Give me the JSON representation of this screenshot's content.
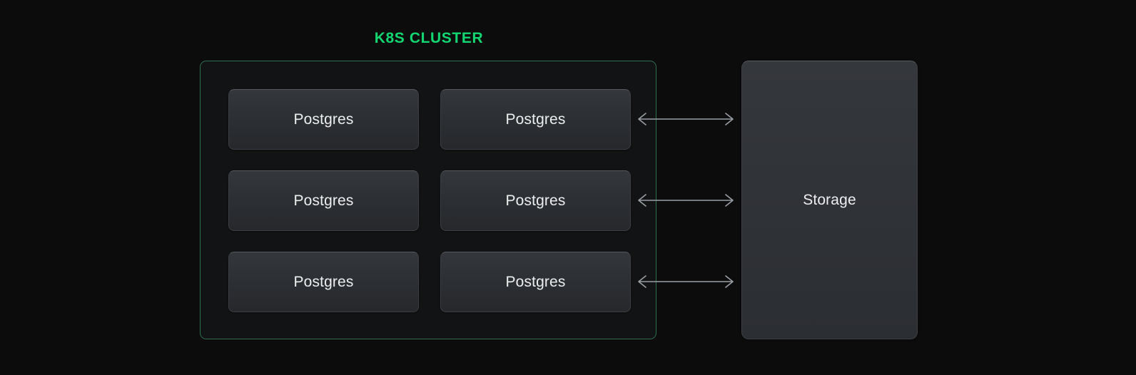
{
  "diagram": {
    "background_color": "#0c0c0d",
    "title": "K8S CLUSTER",
    "title_color": "#12d671"
  },
  "cluster": {
    "border_color": "#2f6e4e",
    "fill_color": "#121314",
    "nodes": [
      {
        "label": "Postgres"
      },
      {
        "label": "Postgres"
      },
      {
        "label": "Postgres"
      },
      {
        "label": "Postgres"
      },
      {
        "label": "Postgres"
      },
      {
        "label": "Postgres"
      }
    ]
  },
  "connectors": [
    {
      "name": "bidirectional-arrow",
      "direction": "both"
    },
    {
      "name": "bidirectional-arrow",
      "direction": "both"
    },
    {
      "name": "bidirectional-arrow",
      "direction": "both"
    }
  ],
  "storage": {
    "label": "Storage",
    "fill_color": "#303338",
    "text_color": "#eceef0"
  }
}
